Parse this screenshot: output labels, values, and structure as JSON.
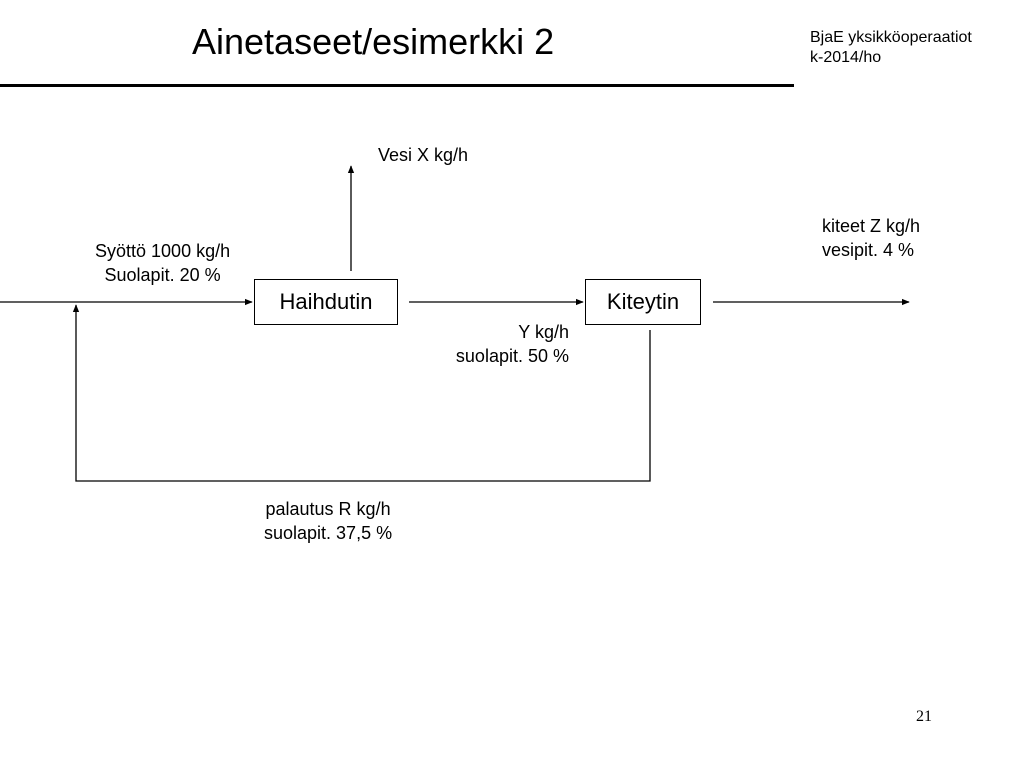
{
  "slide": {
    "title": "Ainetaseet/esimerkki 2",
    "header_note": {
      "line1": "BjaE yksikköoperaatiot",
      "line2": "k-2014/ho"
    },
    "page_number": "21"
  },
  "units": {
    "evaporator": "Haihdutin",
    "crystallizer": "Kiteytin"
  },
  "streams": {
    "water": "Vesi X kg/h",
    "feed": {
      "line1": "Syöttö 1000 kg/h",
      "line2": "Suolapit. 20 %"
    },
    "crystals": {
      "line1": "kiteet Z kg/h",
      "line2": "vesipit. 4 %"
    },
    "intermediate": {
      "line1": "Y kg/h",
      "line2": "suolapit. 50 %"
    },
    "recycle": {
      "line1": "palautus R kg/h",
      "line2": "suolapit. 37,5 %"
    }
  }
}
